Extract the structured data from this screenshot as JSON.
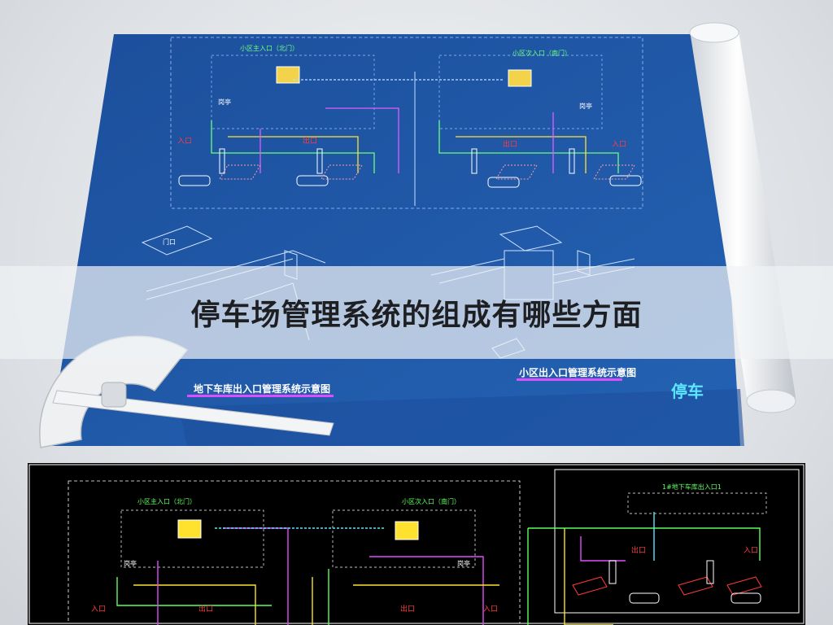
{
  "banner": {
    "title": "停车场管理系统的组成有哪些方面"
  },
  "blueprint": {
    "top_left_label": "小区主入口（北门）",
    "top_right_label": "小区次入口（南门）",
    "guard_left": "岗亭",
    "guard_right": "岗亭",
    "entry_left": "入口",
    "exit_left": "出口",
    "exit_right": "出口",
    "entry_right": "入口",
    "caption_left": "地下车库出入口管理系统示意图",
    "caption_right": "小区出入口管理系统示意图",
    "corner_text": "停车",
    "gate_label": "门口"
  },
  "cad": {
    "left_title": "小区主入口（北门）",
    "mid_title": "小区次入口（南门）",
    "right_title": "1#地下车库出入口1",
    "guard_left": "岗亭",
    "guard_right": "岗亭",
    "entry_left": "入口",
    "exit_left": "出口",
    "exit_mid": "出口",
    "entry_right": "入口",
    "exit_panel": "出口",
    "entry_panel": "入口"
  },
  "colors": {
    "blueprint_bg": "#1f58a8",
    "cad_bg": "#000000",
    "accent_red": "#ff3b3b",
    "accent_green": "#5cff5c",
    "accent_yellow": "#ffe22e",
    "accent_cyan": "#5ce6ff",
    "accent_magenta": "#e04cff"
  }
}
